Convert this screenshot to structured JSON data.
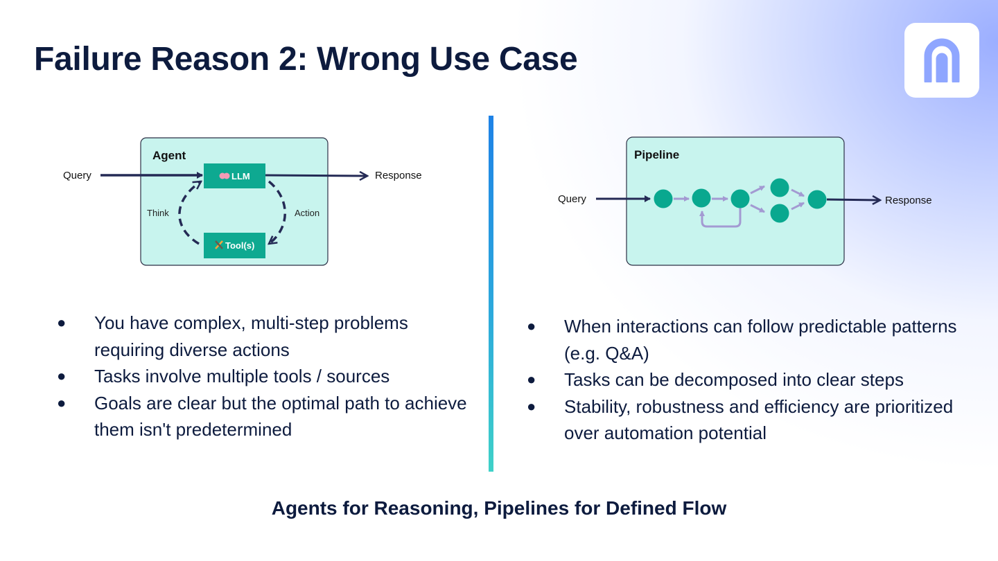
{
  "title": "Failure Reason 2: Wrong Use Case",
  "logo": {
    "icon": "brand-logo-icon",
    "color": "#8fa6ff"
  },
  "agent_diagram": {
    "box_label": "Agent",
    "input_label": "Query",
    "output_label": "Response",
    "llm_label": "LLM",
    "llm_icon": "brain-icon",
    "tool_label": "Tool(s)",
    "tool_icon": "tools-icon",
    "think_label": "Think",
    "action_label": "Action"
  },
  "pipeline_diagram": {
    "box_label": "Pipeline",
    "input_label": "Query",
    "output_label": "Response"
  },
  "left_bullets": [
    "You have complex, multi-step problems requiring diverse actions",
    "Tasks involve multiple tools / sources",
    "Goals are clear but the optimal path to achieve them isn't predetermined"
  ],
  "right_bullets": [
    "When interactions can follow predictable patterns (e.g. Q&A)",
    "Tasks can be decomposed into clear steps",
    "Stability, robustness and efficiency are prioritized over automation potential"
  ],
  "footer": "Agents for Reasoning, Pipelines for Defined Flow",
  "colors": {
    "navy": "#0d1b3e",
    "teal_box": "#c8f4ee",
    "teal_node": "#09a88f",
    "arrow_light": "#a39ad2",
    "divider_top": "#1e82e6",
    "divider_bottom": "#3fd1c8"
  }
}
